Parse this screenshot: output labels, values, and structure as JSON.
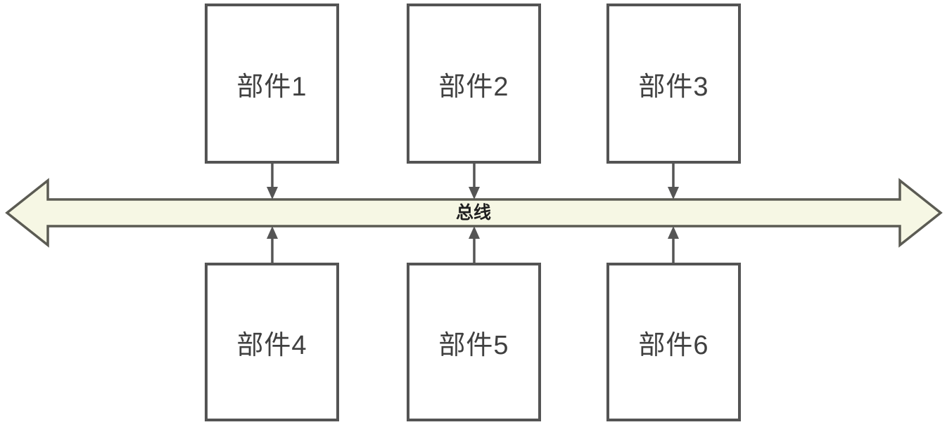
{
  "diagram": {
    "type": "bus-architecture",
    "bus": {
      "label": "总线",
      "fill": "#f6f7e4",
      "border_color": "#5b5b53"
    },
    "components": [
      {
        "label": "部件1",
        "position": "top",
        "connection": "arrow-into-bus"
      },
      {
        "label": "部件2",
        "position": "top",
        "connection": "arrow-into-bus"
      },
      {
        "label": "部件3",
        "position": "top",
        "connection": "arrow-into-bus"
      },
      {
        "label": "部件4",
        "position": "bottom",
        "connection": "arrow-into-bus"
      },
      {
        "label": "部件5",
        "position": "bottom",
        "connection": "arrow-into-bus"
      },
      {
        "label": "部件6",
        "position": "bottom",
        "connection": "arrow-into-bus"
      }
    ],
    "colors": {
      "box_border": "#545454",
      "box_text": "#404040",
      "connector": "#555555",
      "background": "#ffffff"
    }
  }
}
